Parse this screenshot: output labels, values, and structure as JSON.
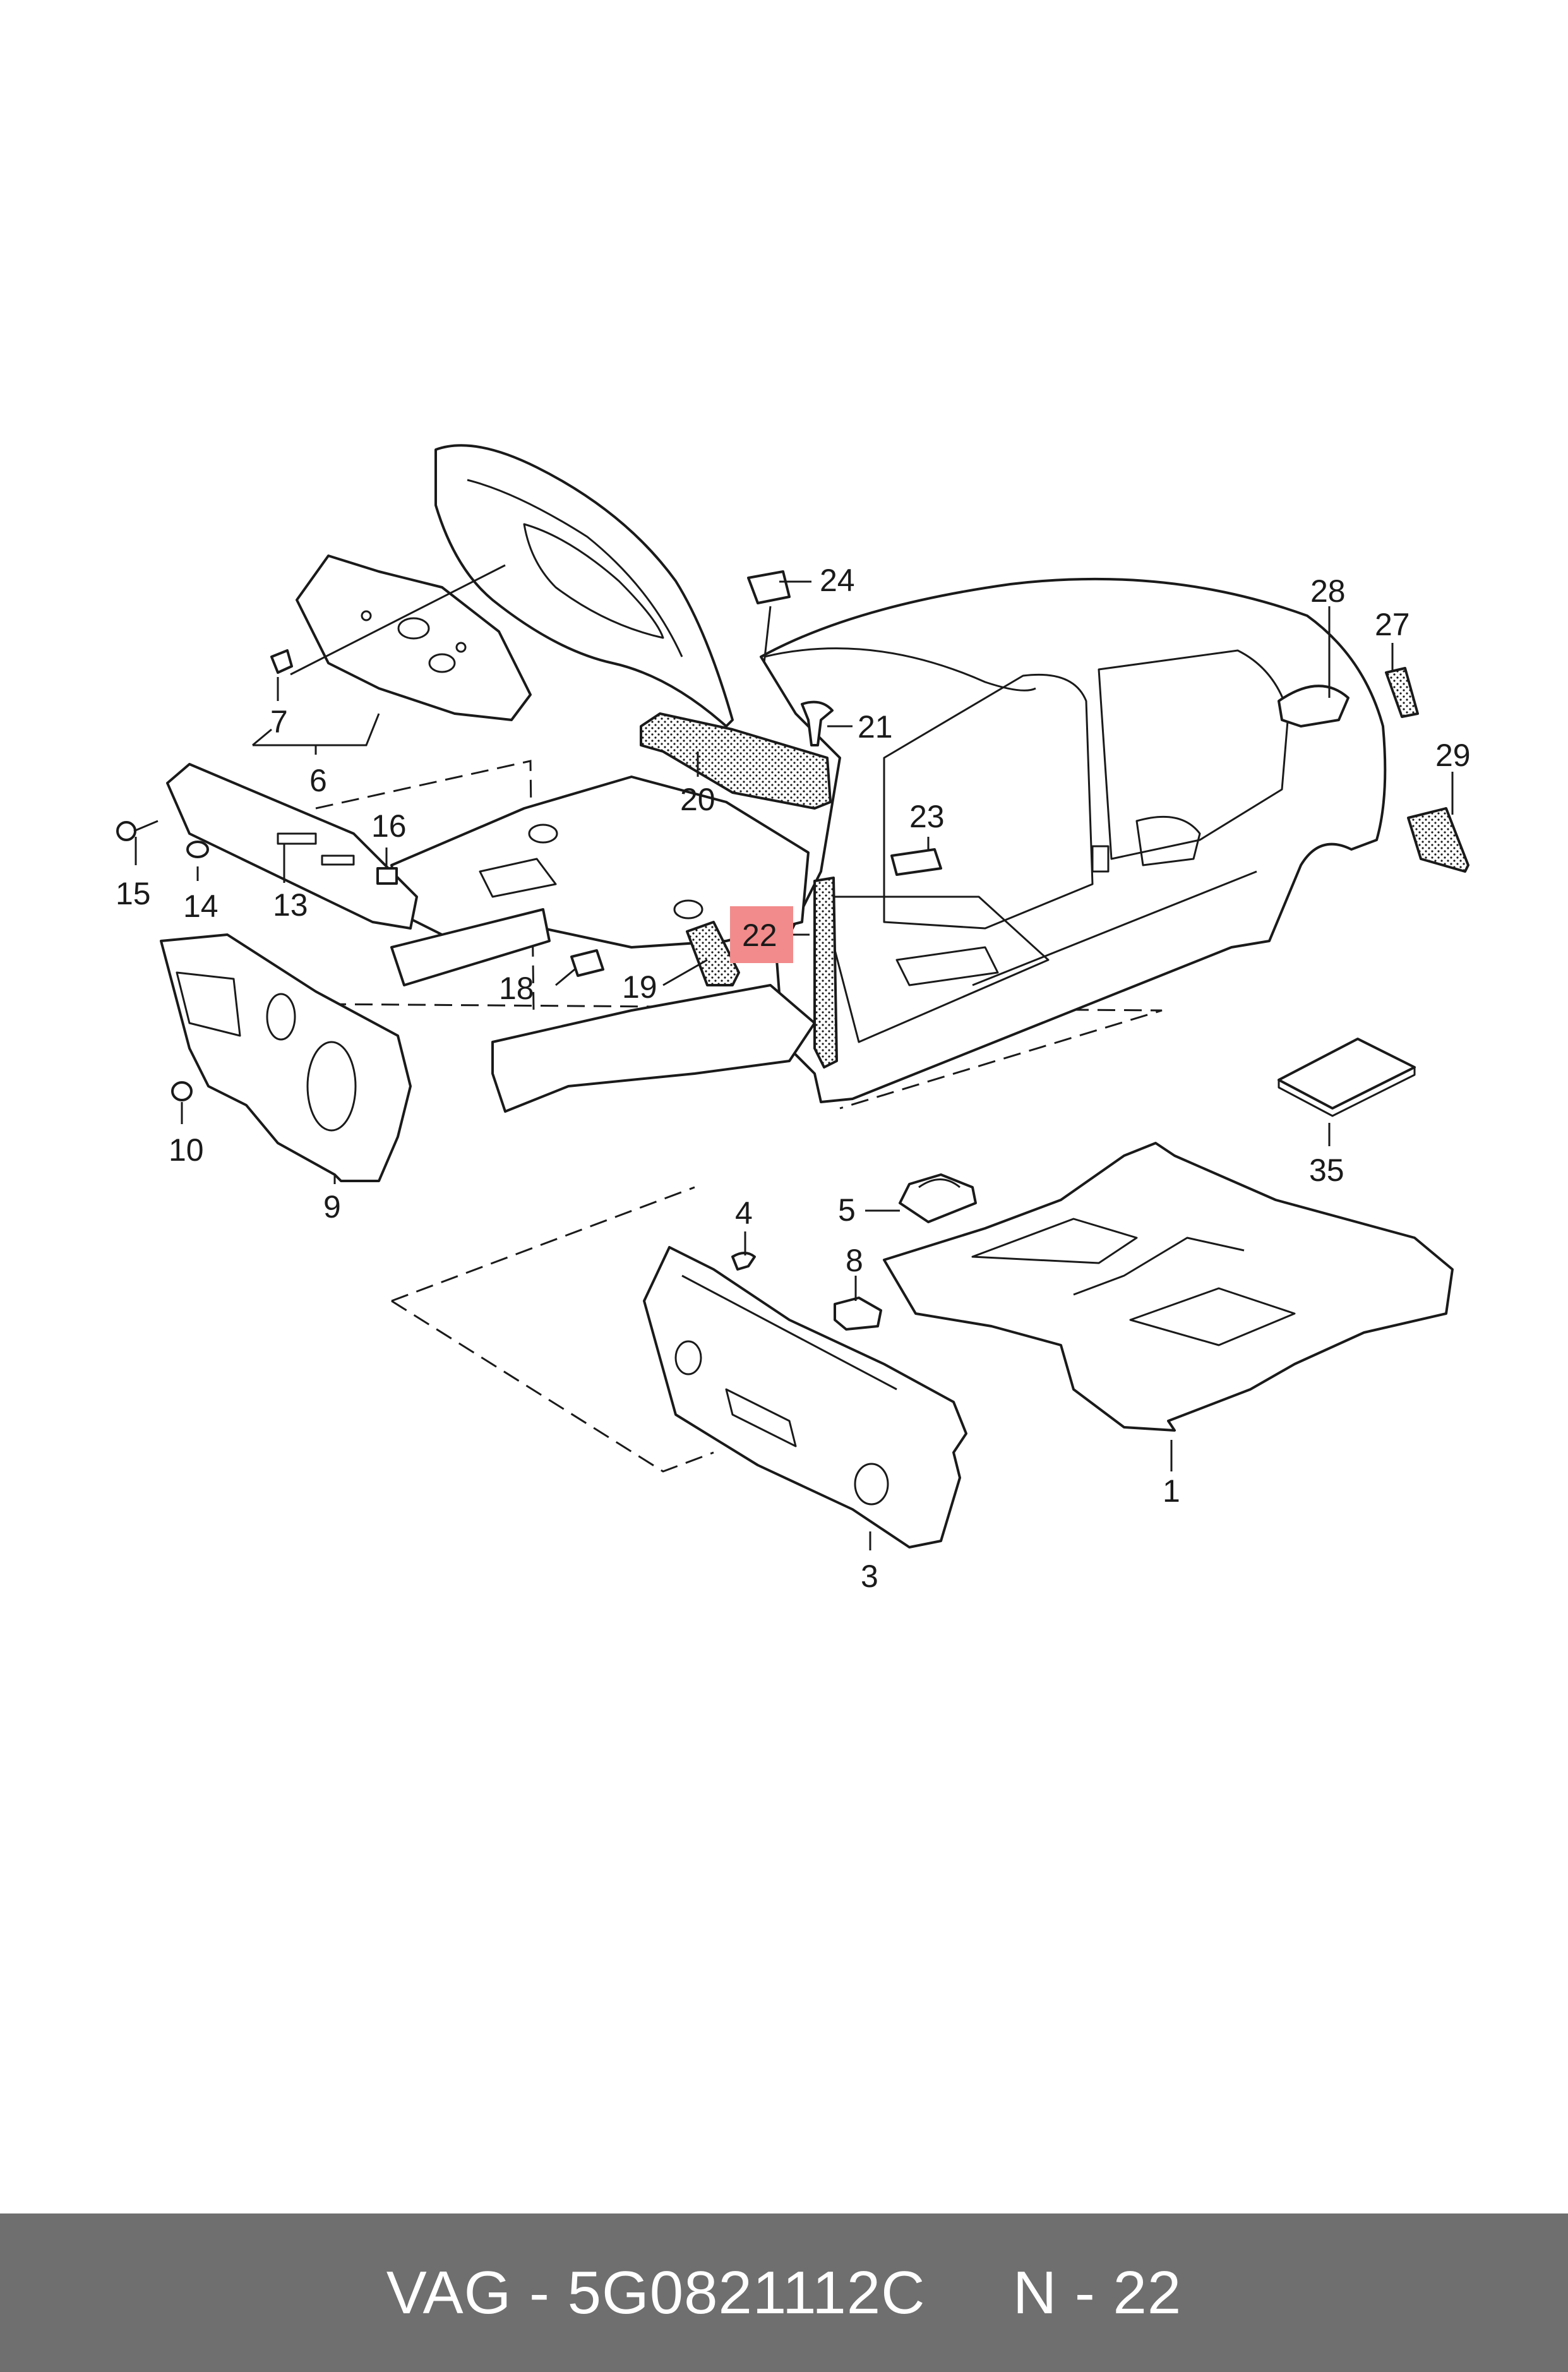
{
  "callouts": {
    "c1": "1",
    "c3": "3",
    "c4": "4",
    "c5": "5",
    "c6": "6",
    "c7": "7",
    "c8": "8",
    "c9": "9",
    "c10": "10",
    "c13": "13",
    "c14": "14",
    "c15": "15",
    "c16": "16",
    "c18": "18",
    "c19": "19",
    "c20": "20",
    "c21": "21",
    "c22": "22",
    "c23": "23",
    "c24": "24",
    "c27": "27",
    "c28": "28",
    "c29": "29",
    "c35": "35"
  },
  "highlight": {
    "label": "22",
    "color": "#f28b8b"
  },
  "footer": {
    "brand": "VAG",
    "separator": " - ",
    "part_number": "5G0821112C",
    "position_label": "N - 22"
  },
  "colors": {
    "footer_bg": "#6f6f6f",
    "line": "#1a1a1a"
  }
}
